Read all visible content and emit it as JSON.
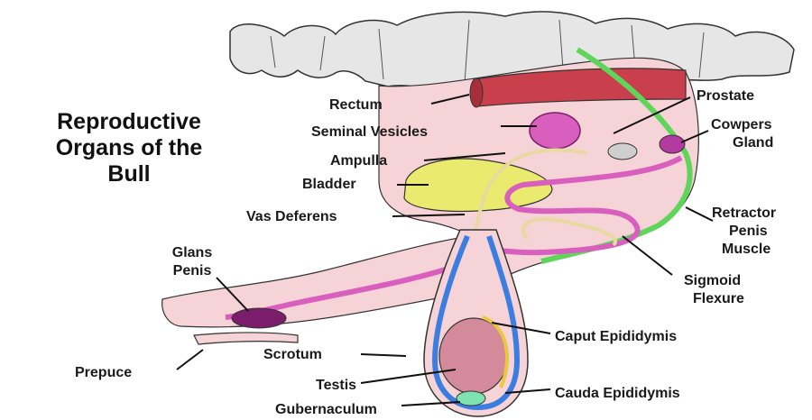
{
  "title": {
    "line1": "Reproductive",
    "line2": "Organs of the",
    "line3": "Bull"
  },
  "labels": {
    "rectum": "Rectum",
    "seminal_vesicles": "Seminal Vesicles",
    "ampulla": "Ampulla",
    "bladder": "Bladder",
    "vas_deferens": "Vas Deferens",
    "glans_penis_1": "Glans",
    "glans_penis_2": "Penis",
    "scrotum": "Scrotum",
    "prepuce": "Prepuce",
    "testis": "Testis",
    "gubernaculum": "Gubernaculum",
    "prostate": "Prostate",
    "cowpers_1": "Cowpers",
    "cowpers_2": "Gland",
    "retractor_1": "Retractor",
    "retractor_2": "Penis",
    "retractor_3": "Muscle",
    "sigmoid_1": "Sigmoid",
    "sigmoid_2": "Flexure",
    "caput": "Caput Epididymis",
    "cauda": "Cauda Epididymis"
  },
  "colors": {
    "pink_tissue": "#f6d3d6",
    "penis": "#d95fbf",
    "penis_dark": "#7a1d6a",
    "bladder": "#e9ea6e",
    "vas_deferens": "#e8d9a0",
    "retractor_muscle": "#5fd65a",
    "rectum": "#c9404c",
    "scrotum_wall": "#3b7de0",
    "testis": "#d38a9a",
    "vertebra": "#e6e6e6"
  }
}
